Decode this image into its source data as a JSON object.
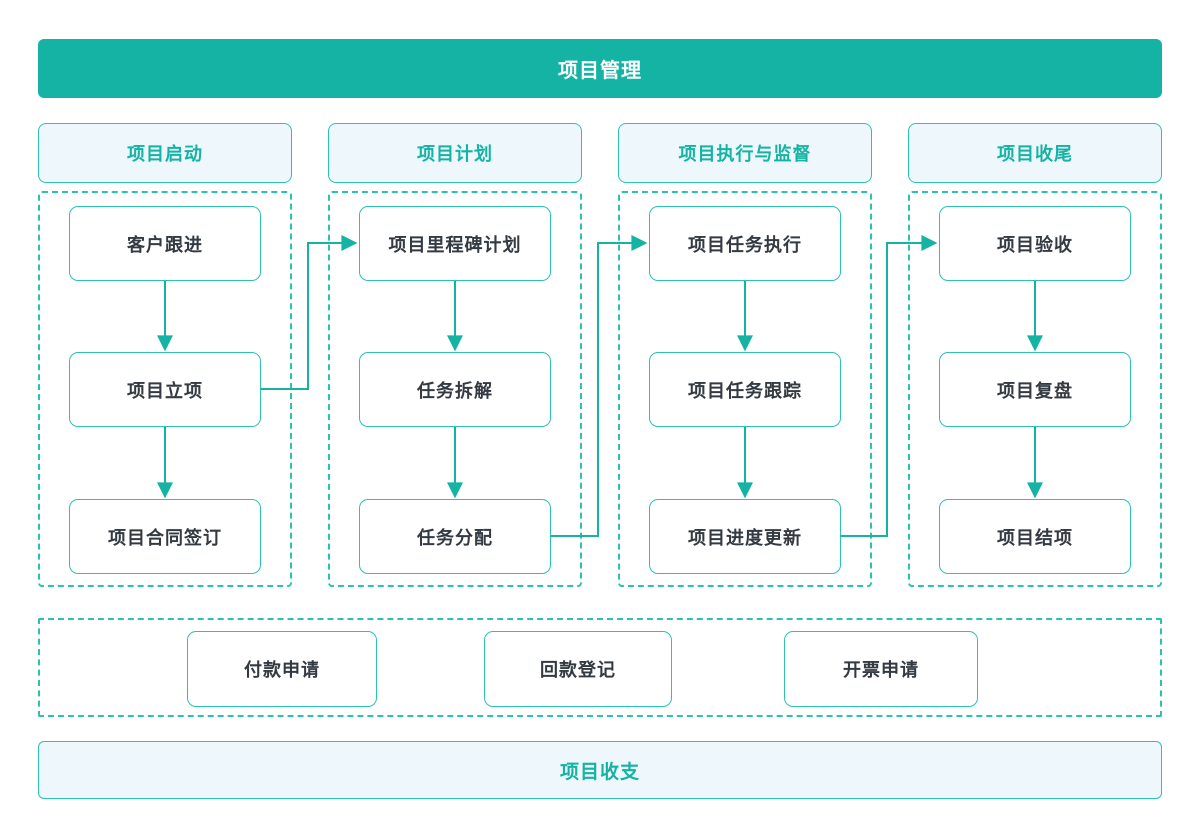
{
  "banner": {
    "title": "项目管理"
  },
  "columns": [
    {
      "header": "项目启动",
      "nodes": [
        "客户跟进",
        "项目立项",
        "项目合同签订"
      ]
    },
    {
      "header": "项目计划",
      "nodes": [
        "项目里程碑计划",
        "任务拆解",
        "任务分配"
      ]
    },
    {
      "header": "项目执行与监督",
      "nodes": [
        "项目任务执行",
        "项目任务跟踪",
        "项目进度更新"
      ]
    },
    {
      "header": "项目收尾",
      "nodes": [
        "项目验收",
        "项目复盘",
        "项目结项"
      ]
    }
  ],
  "finance_row": {
    "nodes": [
      "付款申请",
      "回款登记",
      "开票申请"
    ]
  },
  "footer_banner": {
    "title": "项目收支"
  },
  "colors": {
    "teal": "#14b3a4",
    "border_teal": "#2cc2b2",
    "light_bg": "#eef7fb",
    "dark_text": "#333a42"
  }
}
